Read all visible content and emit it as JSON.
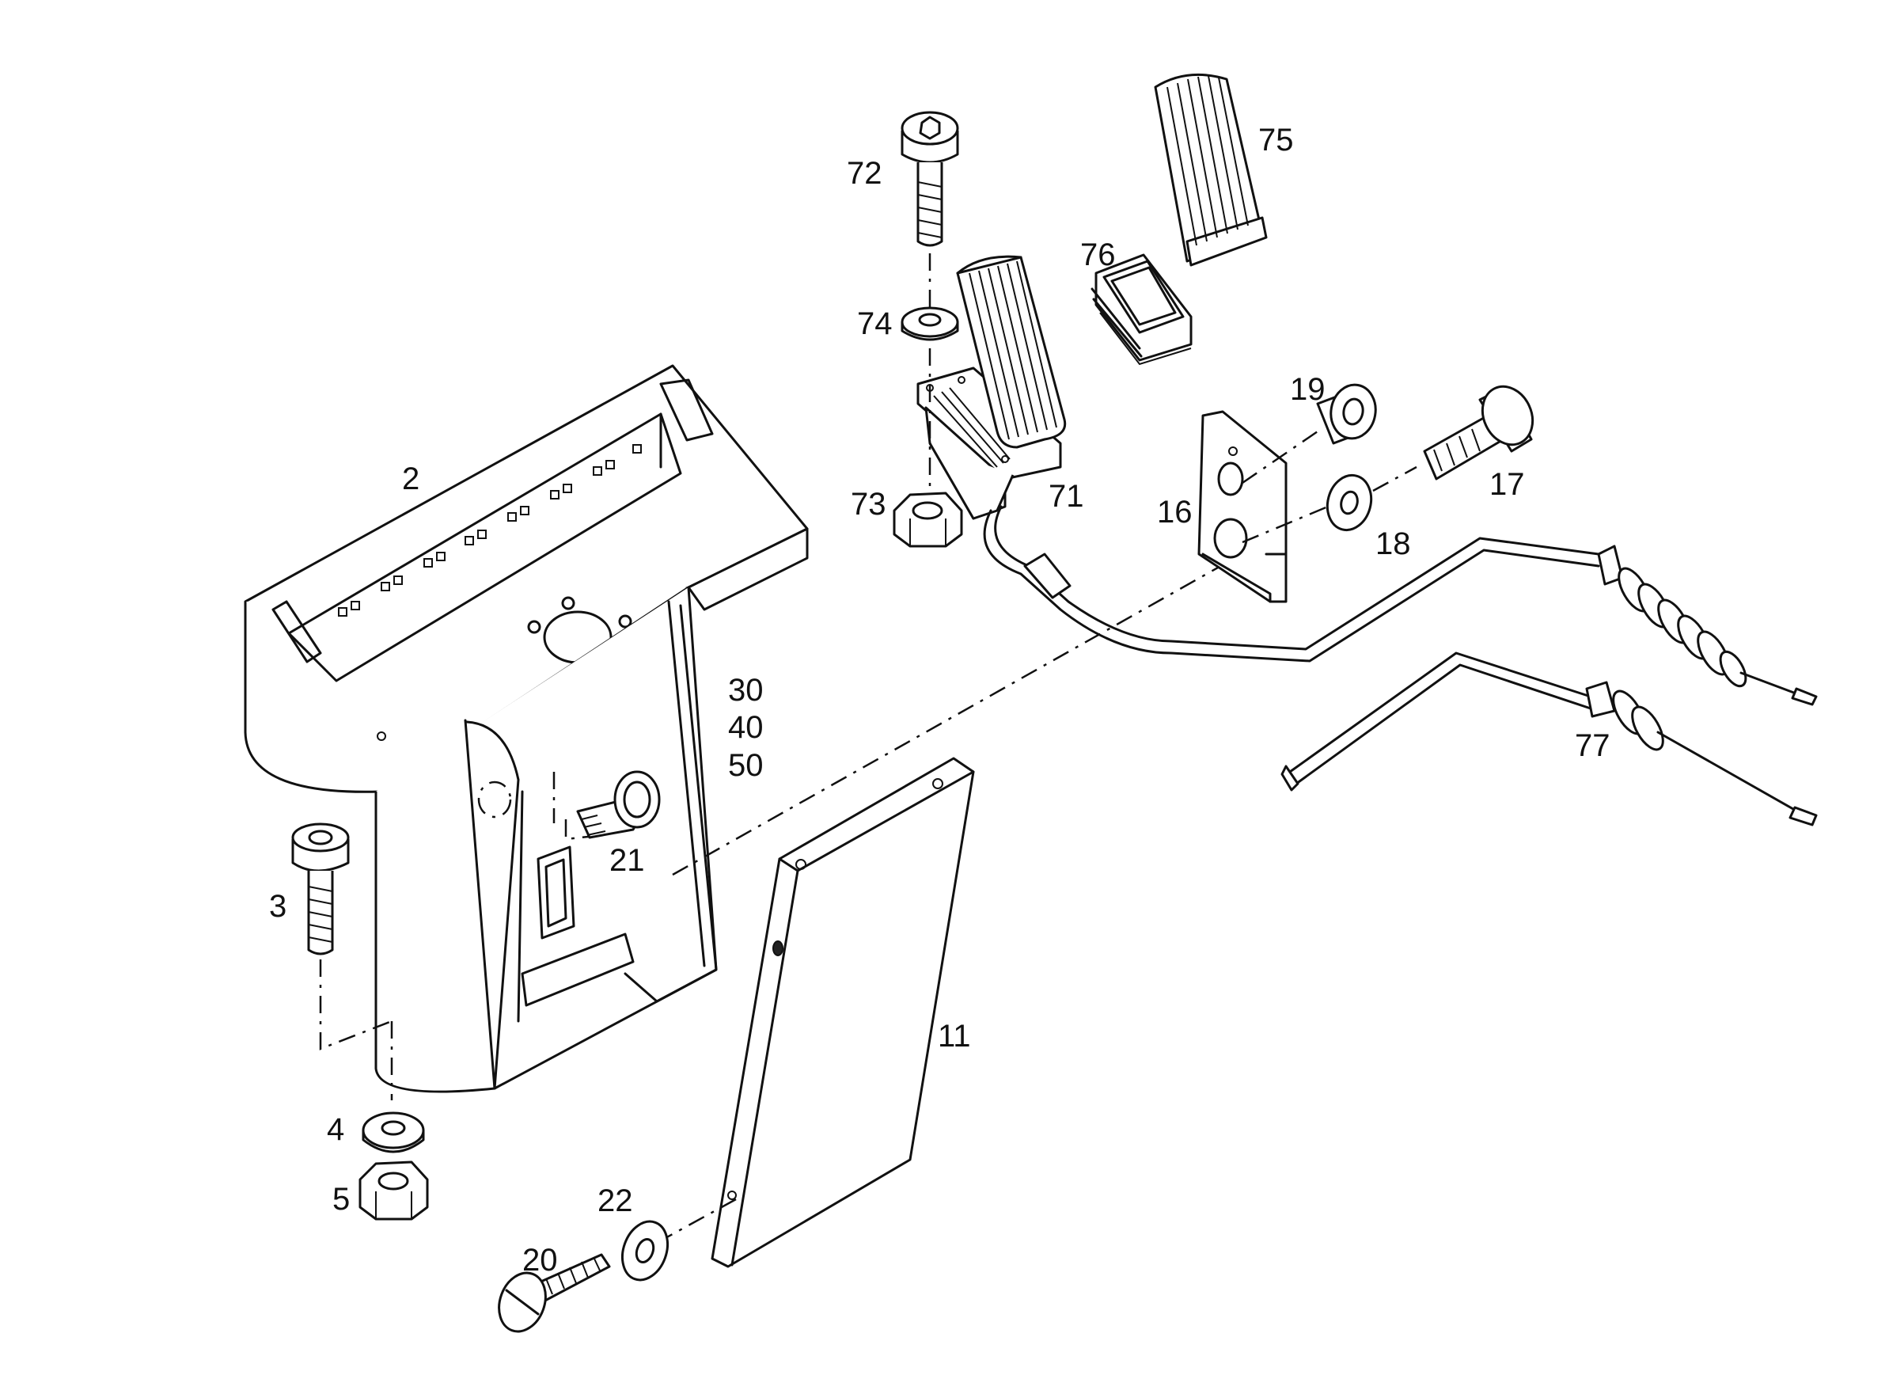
{
  "diagram": {
    "part_labels": {
      "p2": "2",
      "p3": "3",
      "p4": "4",
      "p5": "5",
      "p11": "11",
      "p16": "16",
      "p17": "17",
      "p18": "18",
      "p19": "19",
      "p20": "20",
      "p21": "21",
      "p22": "22",
      "p30": "30",
      "p40": "40",
      "p50": "50",
      "p71": "71",
      "p72": "72",
      "p73": "73",
      "p74": "74",
      "p75": "75",
      "p76": "76",
      "p77": "77"
    }
  }
}
